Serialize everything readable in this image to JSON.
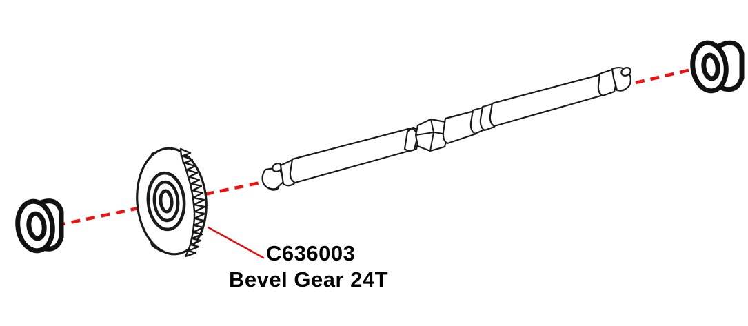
{
  "diagram": {
    "type": "exploded-parts-diagram",
    "subject": "RC drivetrain bevel gear and driveshaft assembly",
    "background_color": "#ffffff",
    "line_color": "#1a1a1a",
    "accent_color": "#ee1111",
    "callout": {
      "part_number": "C636003",
      "part_name": "Bevel Gear 24T",
      "tooth_count": "24T",
      "text_color": "#000000"
    },
    "parts": [
      {
        "id": "bearing-left",
        "label": "ball-bearing-left",
        "shape": "annular-bearing",
        "position": "lower-left"
      },
      {
        "id": "bevel-gear",
        "label": "bevel-gear-24t",
        "shape": "toothed-disc",
        "position": "lower-center-left",
        "teeth": 24
      },
      {
        "id": "drive-shaft",
        "label": "center-drive-shaft",
        "shape": "stepped-shaft-with-ball-ends",
        "position": "diagonal-center"
      },
      {
        "id": "bearing-right",
        "label": "ball-bearing-right",
        "shape": "annular-bearing",
        "position": "upper-right"
      }
    ],
    "assembly_axes": [
      {
        "id": "axis-lower",
        "style": "dashed",
        "color": "#ee1111",
        "from": "bearing-left",
        "to": "drive-shaft-left-end"
      },
      {
        "id": "axis-upper",
        "style": "dashed",
        "color": "#ee1111",
        "from": "drive-shaft-right-end",
        "to": "bearing-right"
      }
    ],
    "leader": {
      "id": "gear-leader-line",
      "style": "solid",
      "color": "#e01010",
      "from": "bevel-gear-rim",
      "to": "callout-text"
    }
  }
}
